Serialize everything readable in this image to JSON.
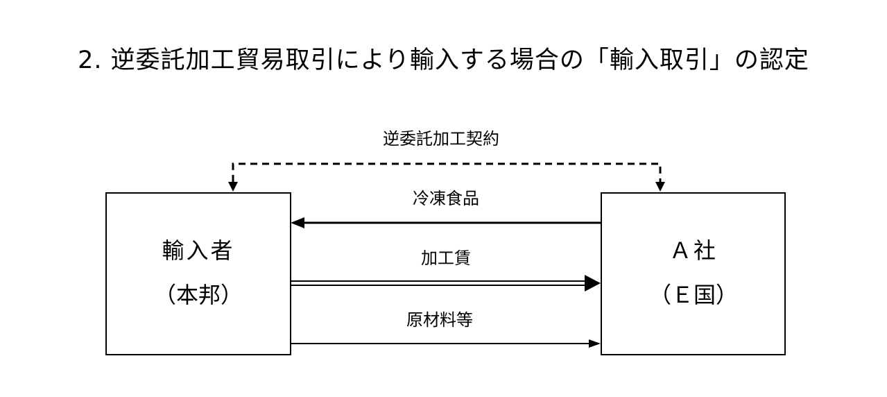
{
  "title": "2. 逆委託加工貿易取引により輸入する場合の「輸入取引」の認定",
  "contract_label": "逆委託加工契約",
  "left_box": {
    "name": "輸入者",
    "country": "（本邦）"
  },
  "right_box": {
    "name": "Ａ社",
    "country": "（Ｅ国）"
  },
  "flows": {
    "frozen_food": "冷凍食品",
    "processing_fee": "加工賃",
    "raw_materials": "原材料等"
  }
}
